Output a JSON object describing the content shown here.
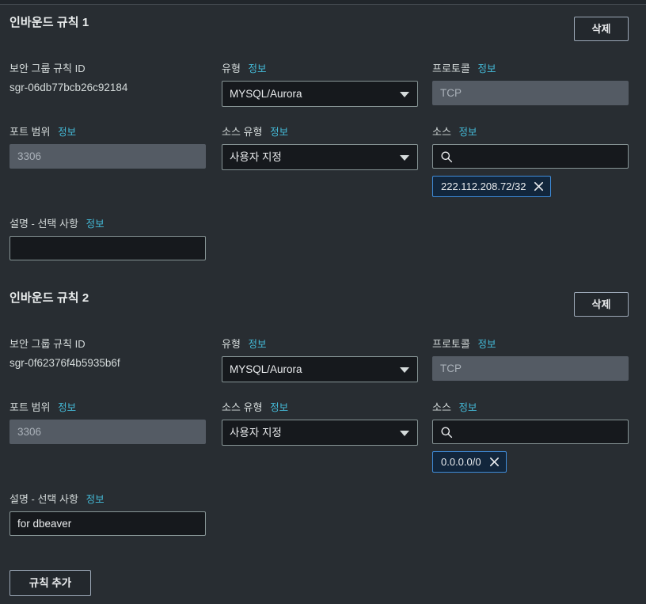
{
  "labels": {
    "info": "정보",
    "rule_id": "보안 그룹 규칙 ID",
    "type": "유형",
    "protocol": "프로토콜",
    "port_range": "포트 범위",
    "source_type": "소스 유형",
    "source": "소스",
    "description": "설명 - 선택 사항"
  },
  "buttons": {
    "delete": "삭제",
    "add_rule": "규칙 추가"
  },
  "icons": {
    "search": "search-icon",
    "remove": "close-icon",
    "chevron": "chevron-down-icon"
  },
  "colors": {
    "background": "#282d32",
    "info_link": "#44b9d6",
    "chip_border": "#3f8ddb",
    "chip_background": "#12263c",
    "input_background": "#16191d",
    "input_border": "#879596",
    "disabled_background": "#545b64",
    "text": "#d5dbdb"
  },
  "rules": [
    {
      "title": "인바운드 규칙 1",
      "rule_id_value": "sgr-06db77bcb26c92184",
      "type_value": "MYSQL/Aurora",
      "protocol_value": "",
      "protocol_placeholder": "TCP",
      "port_range_value": "",
      "port_range_placeholder": "3306",
      "source_type_value": "사용자 지정",
      "source_search_value": "",
      "source_chip": "222.112.208.72/32",
      "description_value": "",
      "description_placeholder": ""
    },
    {
      "title": "인바운드 규칙 2",
      "rule_id_value": "sgr-0f62376f4b5935b6f",
      "type_value": "MYSQL/Aurora",
      "protocol_value": "",
      "protocol_placeholder": "TCP",
      "port_range_value": "",
      "port_range_placeholder": "3306",
      "source_type_value": "사용자 지정",
      "source_search_value": "",
      "source_chip": "0.0.0.0/0",
      "description_value": "for dbeaver",
      "description_placeholder": ""
    }
  ]
}
